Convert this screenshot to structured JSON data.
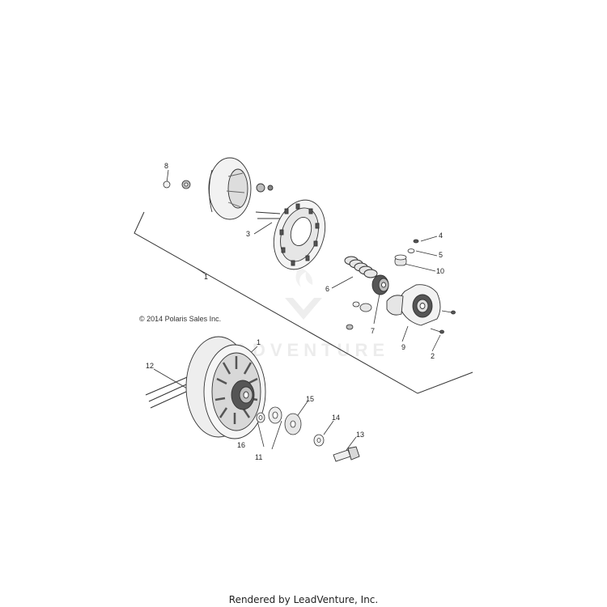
{
  "copyright": "© 2014 Polaris Sales Inc.",
  "watermark": "LEADVENTURE",
  "footer": "Rendered by LeadVenture, Inc.",
  "callouts": {
    "c1a": "1",
    "c1b": "1",
    "c2": "2",
    "c3": "3",
    "c4": "4",
    "c5": "5",
    "c6": "6",
    "c7": "7",
    "c8": "8",
    "c9": "9",
    "c10": "10",
    "c11": "11",
    "c12": "12",
    "c13": "13",
    "c14": "14",
    "c15": "15",
    "c16": "16"
  },
  "colors": {
    "line": "#333333",
    "light": "#f2f2f2",
    "mid": "#bdbdbd",
    "dark": "#555555"
  }
}
